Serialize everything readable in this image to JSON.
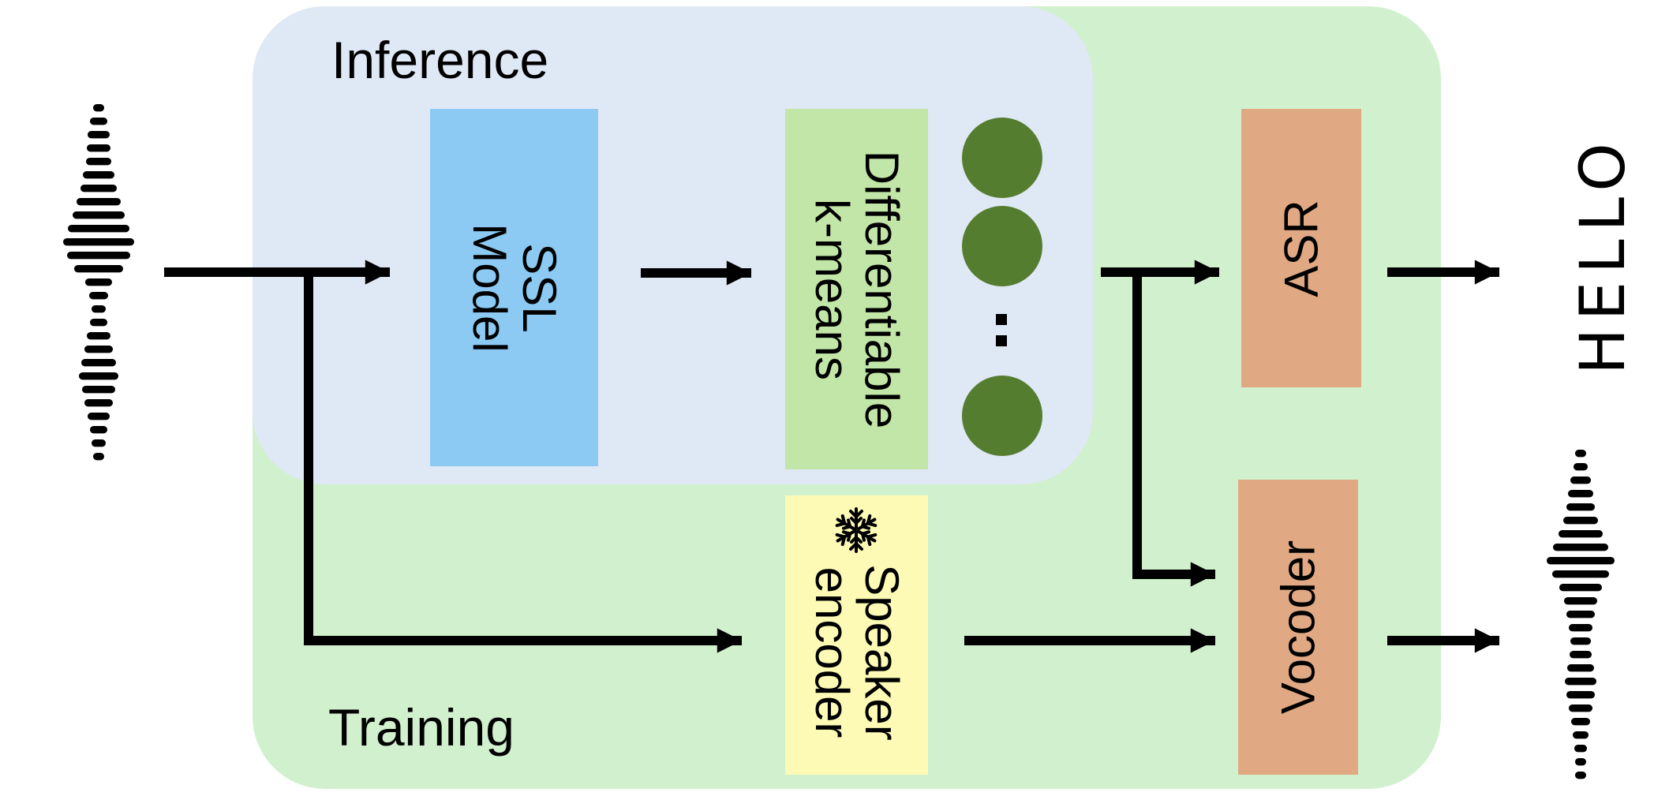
{
  "regions": {
    "training_label": "Training",
    "inference_label": "Inference"
  },
  "blocks": {
    "ssl_line1": "SSL",
    "ssl_line2": "Model",
    "kmeans_line1": "Differentiable",
    "kmeans_line2": "k-means",
    "speaker_line1": "Speaker",
    "speaker_line2": "encoder",
    "asr": "ASR",
    "vocoder": "Vocoder"
  },
  "output_text": "HELLO",
  "icons": {
    "frozen": "snowflake-icon",
    "input_audio": "waveform-icon",
    "output_audio": "waveform-icon"
  },
  "colors": {
    "training_bg": "#d1f0cd",
    "inference_bg": "#dfe8f5",
    "ssl": "#8ccaf3",
    "kmeans": "#c2e6a7",
    "cluster_dots": "#557d30",
    "speaker": "#fdfab6",
    "asr": "#e0a983",
    "vocoder": "#e0a983"
  }
}
